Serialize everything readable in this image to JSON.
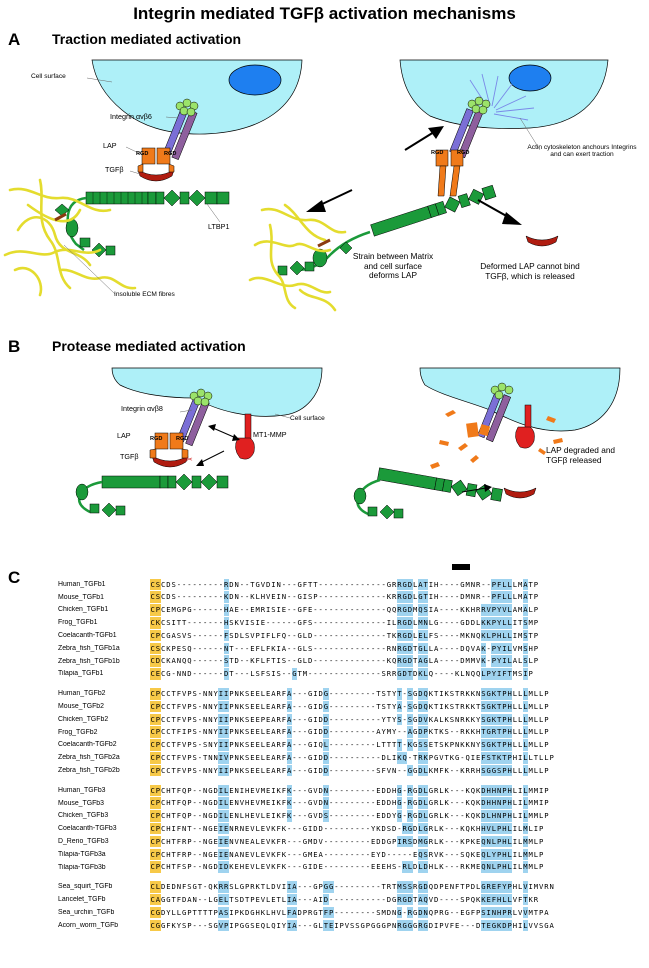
{
  "title": "Integrin mediated TGFβ activation mechanisms",
  "panel_a": {
    "letter": "A",
    "title": "Traction mediated activation",
    "labels": {
      "cell_surface": "Cell surface",
      "integrin": "Integrin αvβ6",
      "lap": "LAP",
      "rgd_1": "RGD",
      "rgd_2": "RGD",
      "tgfb": "TGFβ",
      "ltbp1": "LTBP1",
      "ecm": "Insoluble ECM fibres",
      "actin": "Actin cytoskeleton anchours Integrins and can exert traction",
      "strain": "Strain between Matrix and cell surface deforms LAP",
      "deformed": "Deformed LAP cannot bind TGFβ, which is released"
    }
  },
  "panel_b": {
    "letter": "B",
    "title": "Protease mediated activation",
    "labels": {
      "integrin": "Integrin αvβ8",
      "cell_surface": "Cell surface",
      "mt1mmp": "MT1-MMP",
      "lap": "LAP",
      "rgd_1": "RGD",
      "rgd_2": "RGD",
      "tgfb": "TGFβ",
      "degraded": "LAP degraded and TGFβ released"
    }
  },
  "panel_c": {
    "letter": "C",
    "groups": [
      [
        {
          "name": "Human_TGFb1",
          "seq": "CSCDS---------RDN--TGVDIN---GFTT-------------GRRGDLATIH----GMNR--PFLLLMATP"
        },
        {
          "name": "Mouse_TGFb1",
          "seq": "CSCDS---------KDN--KLHVEIN--GISP-------------KRRGDLGTIH----DMNR--PFLLLMATP"
        },
        {
          "name": "Chicken_TGFb1",
          "seq": "CPCEMGPG------HAE--EMRISIE--GFE--------------QQRGDMQSIA----KKHRRVPYVLAMALP"
        },
        {
          "name": "Frog_TGFb1",
          "seq": "CKCSITT-------HSKVISIE------GFS--------------ILRGDLMNLG----GDDLKKPYLLITSMP"
        },
        {
          "name": "Coelacanth-TGFb1",
          "seq": "CPCGASVS------FSDLSVPIFLFQ--GLD--------------TKRGDLELFS----MKNQKLPHLLIMSTP"
        },
        {
          "name": "Zebra_fish_TGFb1a",
          "seq": "CSCKPESQ------NT---EFLFKIA--GLS--------------RNRGDTGLLA----DQVAK-PYILVMSHP"
        },
        {
          "name": "Zebra_fish_TGFb1b",
          "seq": "CDCKANQQ------STD--KFLFTIS--GLD--------------KQRGDTAGLA----DMMVK-PYILALSLP"
        },
        {
          "name": "Tilapia_TGFb1",
          "seq": "CECG-NND------DT---LSFSIS--GTM--------------SRRGDTDKLQ----KLNQQLPYIFTMSIP"
        }
      ],
      [
        {
          "name": "Human_TGFb2",
          "seq": "CPCCTFVPS-NNYIIPNKSEELEARFA---GIDG---------TSTYT-SGDQKTIKSTRKKNSGKTPHLLLMLLP"
        },
        {
          "name": "Mouse_TGFb2",
          "seq": "CPCCTFVPS-NNYIIPNKSEELEARFA---GIDG---------TSTYA-SGDQKTIKSTRKKTSGKTPHLLLMLLP"
        },
        {
          "name": "Chicken_TGFb2",
          "seq": "CPCCTFVPS-NNYIIPNKSEEPEARFA---GIDD----------YTYS-SGDVKALKSNRKKYSGKTPHLLLMLLP"
        },
        {
          "name": "Frog_TGFb2",
          "seq": "CPCCTFIPS-NNYIIPNKSEELEARFA---GIDD---------AYMY--AGDPKTKS--RKKHTGRTPHLLLMLLP"
        },
        {
          "name": "Coelacanth-TGFb2",
          "seq": "CPCCTFVPS-SNYIIPNKSEELEARFA---GIQL---------LTTTT-KGSSETSKPNKKNYSGKTPHLLLMLLP"
        },
        {
          "name": "Zebra_fish_TGFb2a",
          "seq": "CPCCTFVPS-TNNIVPNKSEELEARFA---GIDD----------DLIKQ-TRKPGVTKG-QIEFSTKTPHILLTLLP"
        },
        {
          "name": "Zebra_fish_TGFb2b",
          "seq": "CPCCTFVPS-NNYIIPNKSEELEARFA---GIDD---------SFVN--GGDLKMFK--KRRHSGGSPHLLLMLLP"
        }
      ],
      [
        {
          "name": "Human_TGFb3",
          "seq": "CPCHTFQP--NGDILENIHEVMEIKFK---GVDN---------EDDHG-RGDLGRLK---KQKDHHNPHLILMMIP"
        },
        {
          "name": "Mouse_TGFb3",
          "seq": "CPCHTFQP--NGDILENVHEVMEIKFK---GVDN---------EDDHG-RGDLGRLK---KQKDHHNPHLILMMIP"
        },
        {
          "name": "Chicken_TGFb3",
          "seq": "CPCHTFQP--NGDILENLHEVLEIKFK---GVDS---------EDDYG-RGDLGRLK---KQKDLHNPHLILMMLP"
        },
        {
          "name": "Coelacanth-TGFb3",
          "seq": "CPCHIFNT--NGEIENRNEVLEVKFK---GIDD---------YKDSD-RGDLGRLK---KQKHHVLPHLILMLIP"
        },
        {
          "name": "D_Rerio_TGFb3",
          "seq": "CPCHTFRP--NGEIENVNEALEVKFR---GMDV---------EDDGPIRSDMGRLK---KPKEQNLPHLILMMLP"
        },
        {
          "name": "Tilapia-TGFb3a",
          "seq": "CPCHTFRP--NGEIENANEVLEVKFK---GMEA---------EYD-----EQSRVK---SQKEQLYPHLILMMLP"
        },
        {
          "name": "Tilapia-TGFb3b",
          "seq": "CPCHTFSP--NGDIDKEHEVLEVKFK---GIDE---------EEEHS-RLDLDHLK---RKMEQNLPHLILMMLP"
        }
      ],
      [
        {
          "name": "Sea_squirt_TGFb",
          "seq": "CLDEDNFSGT-QKRRSLGPRKTLDVIIA---GPGG---------TRTMSSRGDQDPENFTPDLGREFYPHLVIMVRN"
        },
        {
          "name": "Lancelet_TGFb",
          "seq": "CAGGTFDAN--LGELTSDTPEVLETLIA---AID-----------DGRGDTAQVD----SPQKKEFHLLVFTKR"
        },
        {
          "name": "Sea_urchin_TGFb",
          "seq": "CGDYLLGPTTTTPASIPKDGHKLHVLFADPRGTFP--------SMDNG-RGDNQPRG--EGFPSINHPRLVVMTPA"
        },
        {
          "name": "Acorn_worm_TGFb",
          "seq": "CGGFKYSP---SGVPIPGGSEQLQIYIA---GLTEIPVSSGPGGGPNRGGGRGDIPVFE---DTEGKDPHILVVSGA"
        }
      ]
    ]
  }
}
